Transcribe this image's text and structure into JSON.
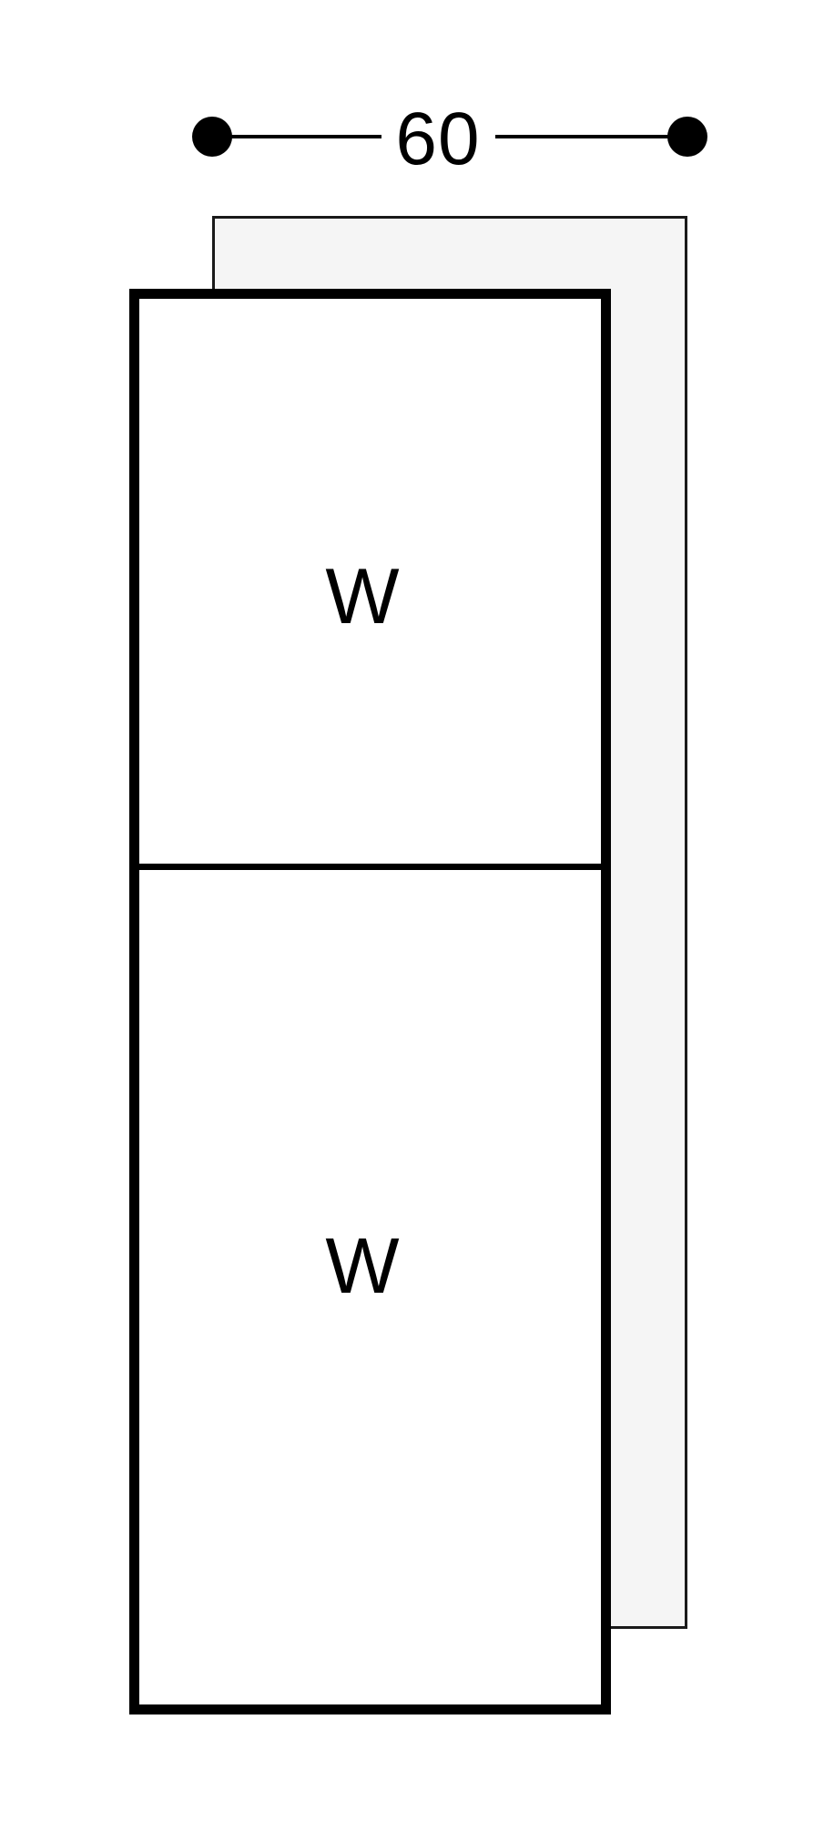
{
  "figure": {
    "type": "appliance-width-dimension-diagram",
    "width_dimension": {
      "label": "60"
    },
    "compartments": [
      {
        "label": "W"
      },
      {
        "label": "W"
      }
    ],
    "colors": {
      "background": "#ffffff",
      "outline": "#000000",
      "panel_fill": "#f5f5f5",
      "panel_border": "#1a1a1a"
    }
  }
}
